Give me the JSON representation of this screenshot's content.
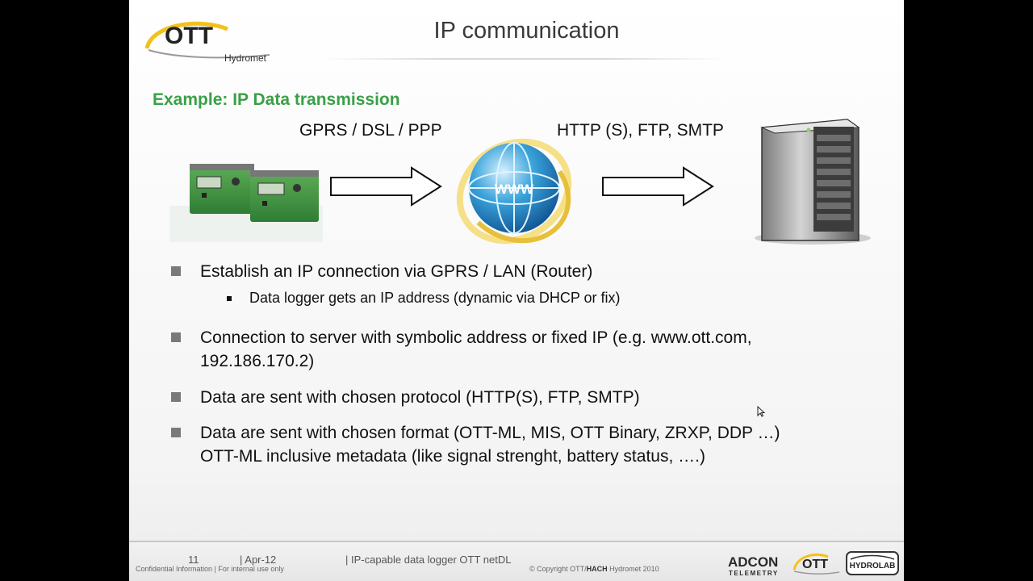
{
  "header": {
    "title": "IP communication",
    "logo_text": "OTT",
    "logo_sub": "Hydromet"
  },
  "subtitle": "Example: IP Data transmission",
  "diagram": {
    "label_left": "GPRS / DSL / PPP",
    "label_right": "HTTP (S), FTP, SMTP",
    "globe_text": "WWW",
    "icons": [
      "data-logger-icon",
      "globe-www-icon",
      "server-icon",
      "arrow-right-icon"
    ]
  },
  "bullets": [
    {
      "text": "Establish an IP connection via GPRS / LAN (Router)",
      "sub": "Data logger gets an IP address (dynamic via DHCP or fix)"
    },
    {
      "line1": "Connection to server with symbolic address or fixed IP (e.g. www.ott.com,",
      "line2": "192.186.170.2)"
    },
    {
      "text": "Data are sent with chosen protocol (HTTP(S), FTP, SMTP)"
    },
    {
      "line1": "Data are sent with chosen format (OTT-ML, MIS, OTT Binary, ZRXP, DDP …)",
      "line2": "OTT-ML inclusive metadata (like signal strenght, battery status, ….)"
    }
  ],
  "footer": {
    "page_number": "11",
    "date": "| Apr-12",
    "doc_title": "| IP-capable data logger OTT netDL",
    "confidential": "Confidential Information | For internal use only",
    "copyright_pre": "© Copyright OTT/",
    "copyright_bold": "HACH",
    "copyright_post": " Hydromet 2010",
    "logo_adcon": "ADCON",
    "logo_adcon_sub": "TELEMETRY",
    "logo_ott": "OTT",
    "logo_hydrolab": "HYDROLAB"
  },
  "colors": {
    "accent_green": "#3aa047",
    "logo_yellow": "#f2c21b",
    "text": "#111111"
  }
}
